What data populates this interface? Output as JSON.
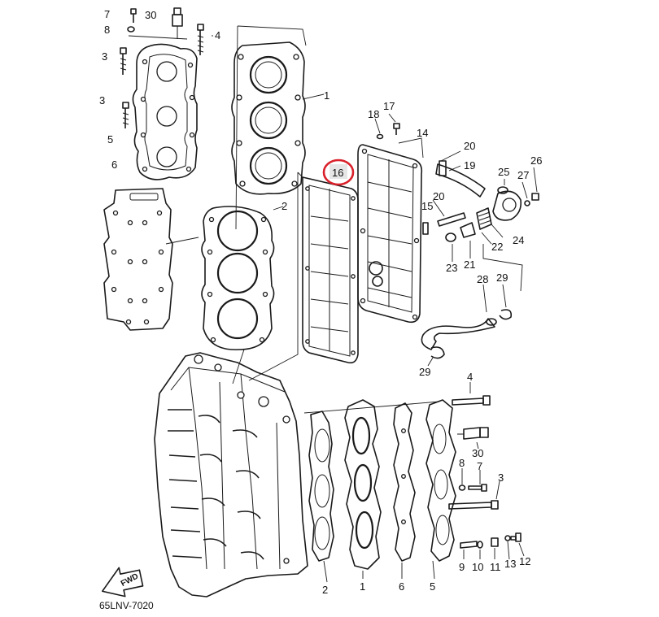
{
  "diagram": {
    "code": "65LNV-7020",
    "fwd_label": "FWD",
    "highlight_color": "#d9212b",
    "highlighted_callout": "16",
    "callouts": {
      "c7a": "7",
      "c30a": "30",
      "c8a": "8",
      "c4a": "4",
      "c3a": "3",
      "c3b": "3",
      "c5a": "5",
      "c6a": "6",
      "c1a": "1",
      "c2a": "2",
      "c17": "17",
      "c18": "18",
      "c14": "14",
      "c20a": "20",
      "c19": "19",
      "c16": "16",
      "c20b": "20",
      "c15": "15",
      "c25": "25",
      "c27": "27",
      "c26": "26",
      "c22": "22",
      "c24": "24",
      "c23": "23",
      "c21": "21",
      "c28": "28",
      "c29a": "29",
      "c29b": "29",
      "c4b": "4",
      "c30b": "30",
      "c8b": "8",
      "c7b": "7",
      "c3c": "3",
      "c9": "9",
      "c10": "10",
      "c11": "11",
      "c13": "13",
      "c12": "12",
      "c2b": "2",
      "c1b": "1",
      "c6b": "6",
      "c5b": "5"
    }
  }
}
